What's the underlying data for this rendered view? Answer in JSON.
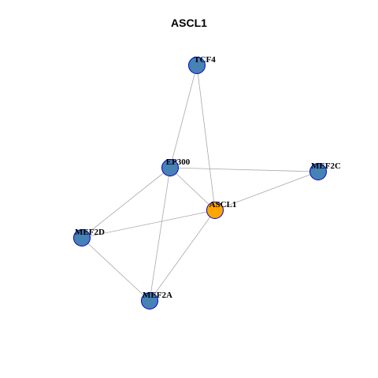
{
  "title": "ASCL1",
  "colors": {
    "background": "#ffffff",
    "edge": "#a9a9a9",
    "node_default": "#4682b4",
    "node_highlight": "#ffa500",
    "node_border": "#0000cd"
  },
  "nodes": [
    {
      "id": "TCF4",
      "label": "TCF4",
      "highlight": false
    },
    {
      "id": "EP300",
      "label": "EP300",
      "highlight": false
    },
    {
      "id": "MEF2C",
      "label": "MEF2C",
      "highlight": false
    },
    {
      "id": "ASCL1",
      "label": "ASCL1",
      "highlight": true
    },
    {
      "id": "MEF2D",
      "label": "MEF2D",
      "highlight": false
    },
    {
      "id": "MEF2A",
      "label": "MEF2A",
      "highlight": false
    }
  ],
  "edges": [
    {
      "source": "TCF4",
      "target": "EP300"
    },
    {
      "source": "TCF4",
      "target": "ASCL1"
    },
    {
      "source": "EP300",
      "target": "MEF2C"
    },
    {
      "source": "EP300",
      "target": "ASCL1"
    },
    {
      "source": "EP300",
      "target": "MEF2D"
    },
    {
      "source": "EP300",
      "target": "MEF2A"
    },
    {
      "source": "ASCL1",
      "target": "MEF2C"
    },
    {
      "source": "ASCL1",
      "target": "MEF2D"
    },
    {
      "source": "ASCL1",
      "target": "MEF2A"
    },
    {
      "source": "MEF2D",
      "target": "MEF2A"
    }
  ]
}
